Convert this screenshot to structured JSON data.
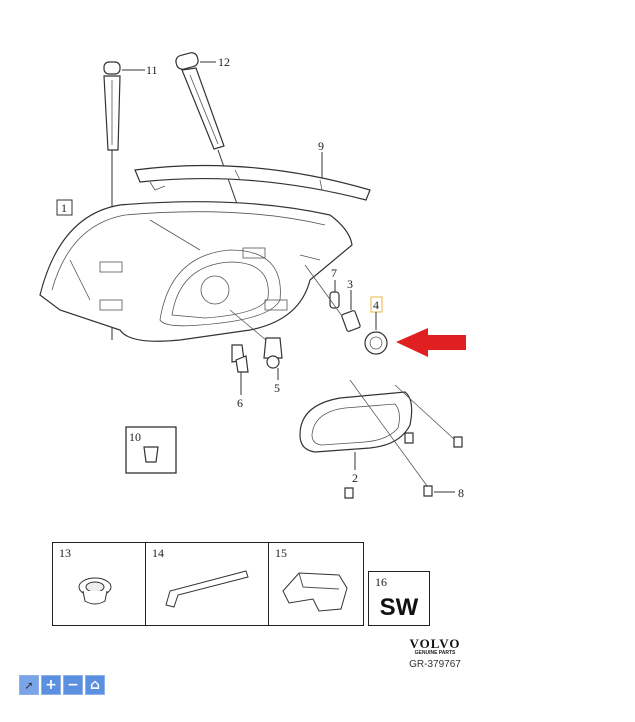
{
  "diagram": {
    "callouts": {
      "c1": "1",
      "c2": "2",
      "c3": "3",
      "c4": "4",
      "c5": "5",
      "c6": "6",
      "c7": "7",
      "c8": "8",
      "c9": "9",
      "c10": "10",
      "c11": "11",
      "c12": "12"
    },
    "highlight_color": "#f0c060",
    "arrow_color": "#e02020"
  },
  "accessory_boxes": [
    {
      "number": "13"
    },
    {
      "number": "14"
    },
    {
      "number": "15"
    },
    {
      "number": "16",
      "text": "SW"
    }
  ],
  "brand": {
    "name": "VOLVO",
    "tagline": "GENUINE PARTS",
    "code": "GR-379767"
  },
  "toolbar": {
    "buttons": [
      {
        "name": "select",
        "glyph": "➚"
      },
      {
        "name": "zoom-in",
        "glyph": "+"
      },
      {
        "name": "zoom-out",
        "glyph": "−"
      },
      {
        "name": "home",
        "glyph": "⌂"
      }
    ]
  }
}
